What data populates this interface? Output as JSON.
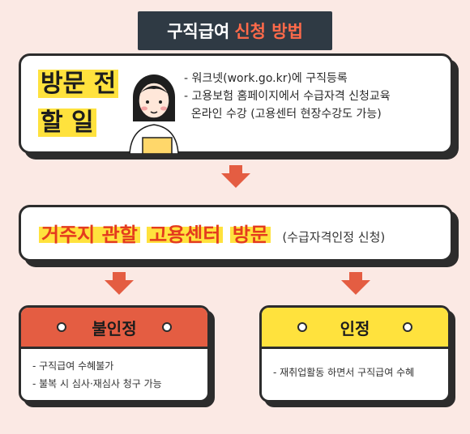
{
  "title": {
    "part1": "구직급여",
    "part2": "신청 방법"
  },
  "before": {
    "label_line1": "방문 전",
    "label_line2": "할 일",
    "items": [
      "- 워크넷(work.go.kr)에 구직등록",
      "- 고용보험 홈페이지에서 수급자격 신청교육",
      "  온라인 수강 (고용센터 현장수강도 가능)"
    ]
  },
  "visit": {
    "part1": "거주지 관할",
    "part2": "고용센터",
    "part3": "방문",
    "note": "(수급자격인정 신청)"
  },
  "results": {
    "rejected": {
      "title": "불인정",
      "items": [
        "- 구직급여 수혜불가",
        "- 불복 시 심사·재심사 청구 가능"
      ]
    },
    "approved": {
      "title": "인정",
      "items": [
        "- 재취업활동 하면서 구직급여 수혜"
      ]
    }
  }
}
